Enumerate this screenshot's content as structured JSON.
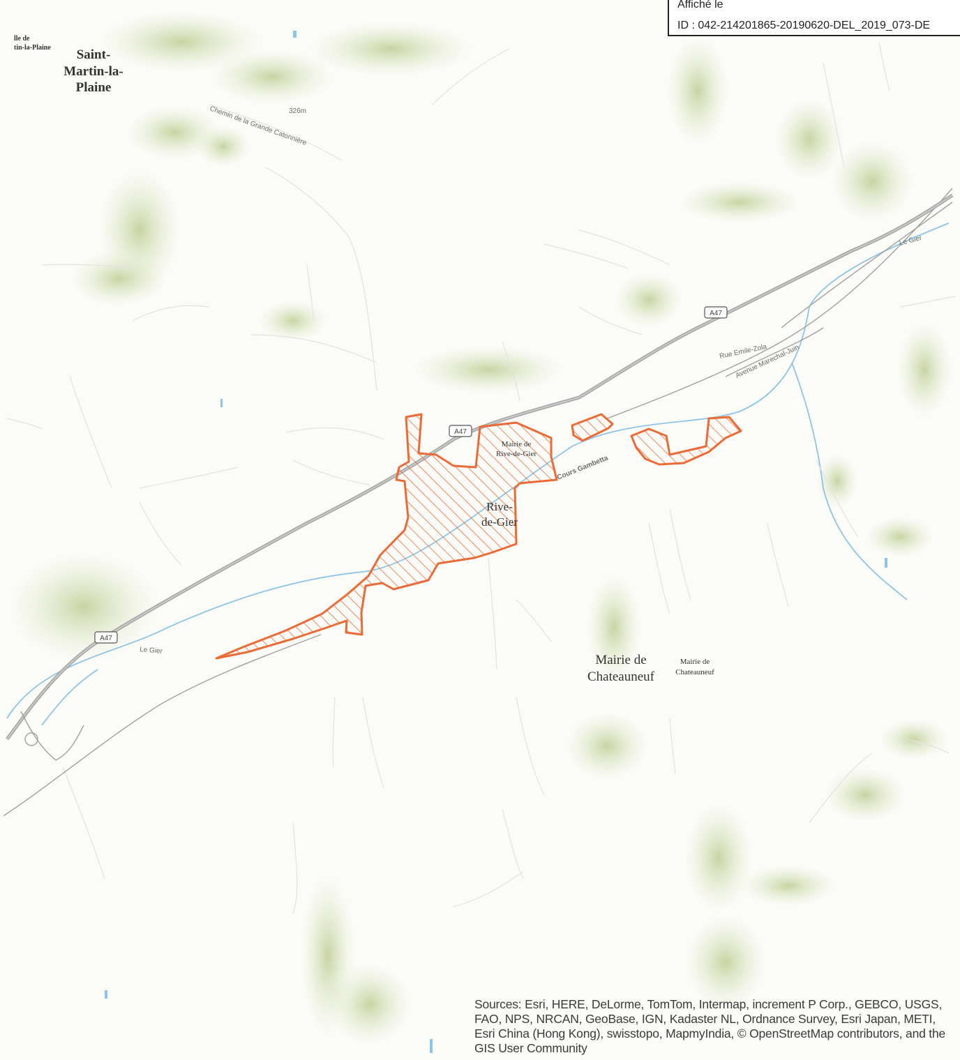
{
  "header_box": {
    "affiche_text": "Affiché le",
    "id_text": "ID : 042-214201865-20190620-DEL_2019_073-DE"
  },
  "attribution": "Sources: Esri, HERE, DeLorme, TomTom, Intermap, increment P Corp., GEBCO, USGS, FAO, NPS, NRCAN, GeoBase, IGN, Kadaster NL, Ordnance Survey, Esri Japan, METI, Esri China (Hong Kong), swisstopo, MapmyIndia, © OpenStreetMap contributors, and the GIS User Community",
  "places": {
    "saint_martin_1": "Saint-",
    "saint_martin_2": "Martin-la-",
    "saint_martin_3": "Plaine",
    "small_corner_1": "lle de",
    "small_corner_2": "tin-la-Plaine",
    "rive_1": "Rive-",
    "rive_2": "de-Gier",
    "mairie_chat_1": "Mairie de",
    "mairie_chat_2": "Chateauneuf",
    "mairie_chat_small_1": "Mairie de",
    "mairie_chat_small_2": "Chateauneuf",
    "mairie_rive_1": "Mairie de",
    "mairie_rive_2": "Rive-de-Gier"
  },
  "streets": {
    "emile_zola": "Rue Emile-Zola",
    "marechal_juin": "Avenue Marechal-Juin",
    "cours_gambetta": "Cours Gambetta",
    "chemin_catonniere": "Chemin de la Grande Catonnière",
    "elevation": "326m",
    "le_gier_1": "Le Gier",
    "le_gier_2": "Le Gier"
  },
  "shields": {
    "a47_1": "A47",
    "a47_2": "A47",
    "a47_3": "A47"
  },
  "colors": {
    "zone_outline": "#ec6a35",
    "highway": "#a9a9a9",
    "river": "#8ec4e6",
    "relief": "#c9d6a8"
  }
}
